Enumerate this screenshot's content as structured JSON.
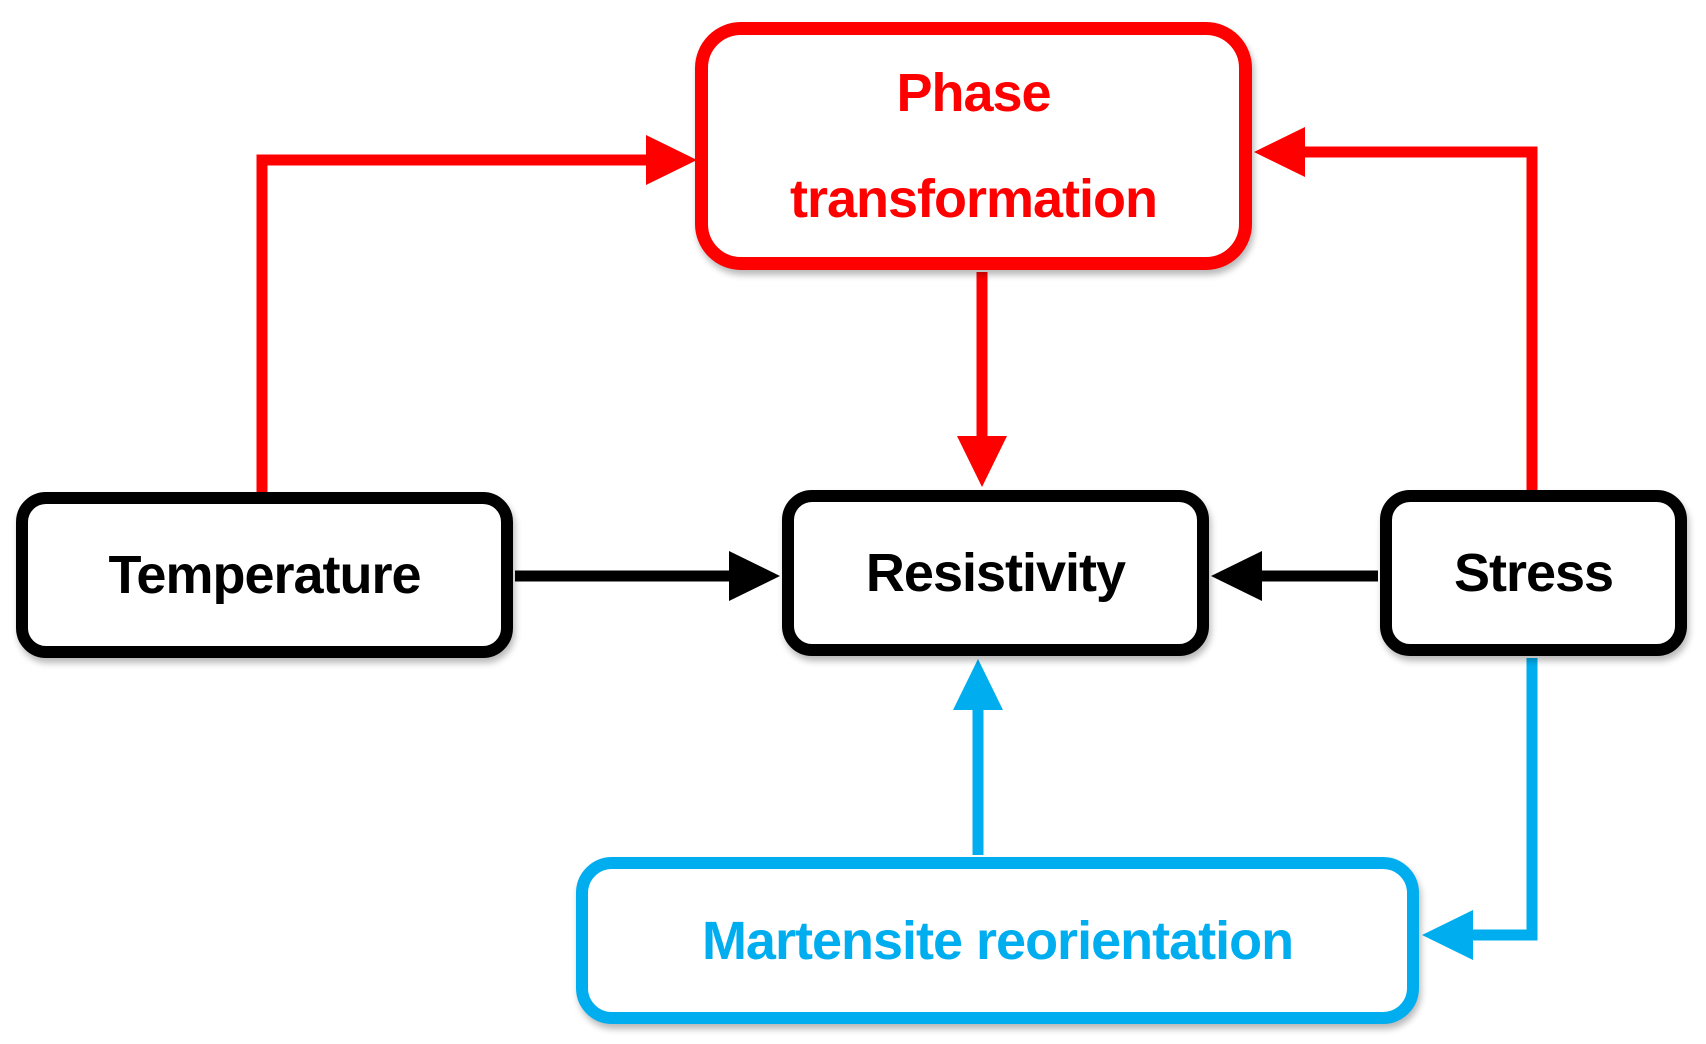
{
  "figure": {
    "nodes": {
      "phase_transformation": {
        "label_lines": [
          "Phase",
          "transformation"
        ],
        "color_name": "red"
      },
      "temperature": {
        "label": "Temperature",
        "color_name": "black"
      },
      "resistivity": {
        "label": "Resistivity",
        "color_name": "black"
      },
      "stress": {
        "label": "Stress",
        "color_name": "black"
      },
      "martensite_reorientation": {
        "label": "Martensite reorientation",
        "color_name": "blue"
      }
    },
    "edges": [
      {
        "id": "temperature-to-phase-transformation",
        "from": "temperature",
        "to": "phase_transformation",
        "color_name": "red"
      },
      {
        "id": "stress-to-phase-transformation",
        "from": "stress",
        "to": "phase_transformation",
        "color_name": "red"
      },
      {
        "id": "phase-transformation-to-resistivity",
        "from": "phase_transformation",
        "to": "resistivity",
        "color_name": "red"
      },
      {
        "id": "temperature-to-resistivity",
        "from": "temperature",
        "to": "resistivity",
        "color_name": "black"
      },
      {
        "id": "stress-to-resistivity",
        "from": "stress",
        "to": "resistivity",
        "color_name": "black"
      },
      {
        "id": "martensite-reorientation-to-resistivity",
        "from": "martensite_reorientation",
        "to": "resistivity",
        "color_name": "blue"
      },
      {
        "id": "stress-to-martensite-reorientation",
        "from": "stress",
        "to": "martensite_reorientation",
        "color_name": "blue"
      }
    ],
    "colors": {
      "red": "#fe0000",
      "blue": "#00aeef",
      "black": "#000000",
      "background": "#ffffff"
    }
  }
}
